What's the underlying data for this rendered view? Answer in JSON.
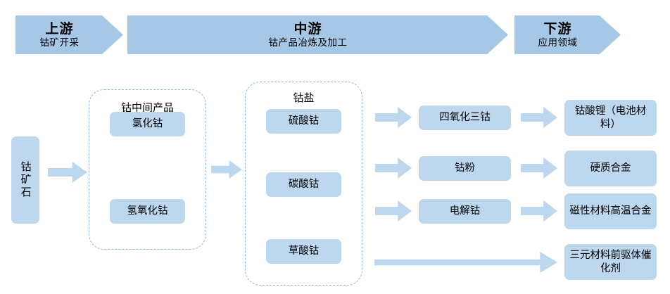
{
  "header": {
    "stages": [
      {
        "title": "上游",
        "subtitle": "钴矿开采"
      },
      {
        "title": "中游",
        "subtitle": "钴产品冶炼及加工"
      },
      {
        "title": "下游",
        "subtitle": "应用领域"
      }
    ]
  },
  "groups": {
    "intermediate_title": "钴中间产品",
    "salt_title": "钴盐"
  },
  "nodes": {
    "ore": "钴矿石",
    "cobalt_chloride": "氯化钴",
    "cobalt_hydroxide": "氢氧化钴",
    "cobalt_sulfate": "硫酸钴",
    "cobalt_carbonate": "碳酸钴",
    "cobalt_oxalate": "草酸钴",
    "co3o4": "四氧化三钴",
    "cobalt_powder": "钴粉",
    "electrolytic_cobalt": "电解钴",
    "lithium_cobaltate": "钴酸锂（电池材料）",
    "cemented_carbide": "硬质合金",
    "magnetic_high_temp_alloy": "磁性材料高温合金",
    "ternary_precursor_catalyst": "三元材料前驱体催化剂"
  },
  "colors": {
    "band_fill": "#a7c7e7",
    "node_fill": "#bdd7ee",
    "arrow_fill": "#bdd7ee",
    "dashed_border": "#8fb8dd",
    "text": "#000000",
    "background": "#ffffff"
  },
  "flow": {
    "edges": [
      {
        "from": "ore",
        "to": "intermediate_group",
        "icon": "arrow-right-icon"
      },
      {
        "from": "intermediate_group",
        "to": "salt_group",
        "icon": "arrow-right-icon"
      },
      {
        "from": "salt_group",
        "to": "co3o4",
        "icon": "arrow-right-icon"
      },
      {
        "from": "salt_group",
        "to": "cobalt_powder",
        "icon": "arrow-right-icon"
      },
      {
        "from": "salt_group",
        "to": "electrolytic_cobalt",
        "icon": "arrow-right-icon"
      },
      {
        "from": "salt_group",
        "to": "ternary_precursor_catalyst",
        "icon": "arrow-right-long-icon"
      },
      {
        "from": "co3o4",
        "to": "lithium_cobaltate",
        "icon": "arrow-right-icon"
      },
      {
        "from": "cobalt_powder",
        "to": "cemented_carbide",
        "icon": "arrow-right-icon"
      },
      {
        "from": "electrolytic_cobalt",
        "to": "magnetic_high_temp_alloy",
        "icon": "arrow-right-icon"
      }
    ]
  }
}
